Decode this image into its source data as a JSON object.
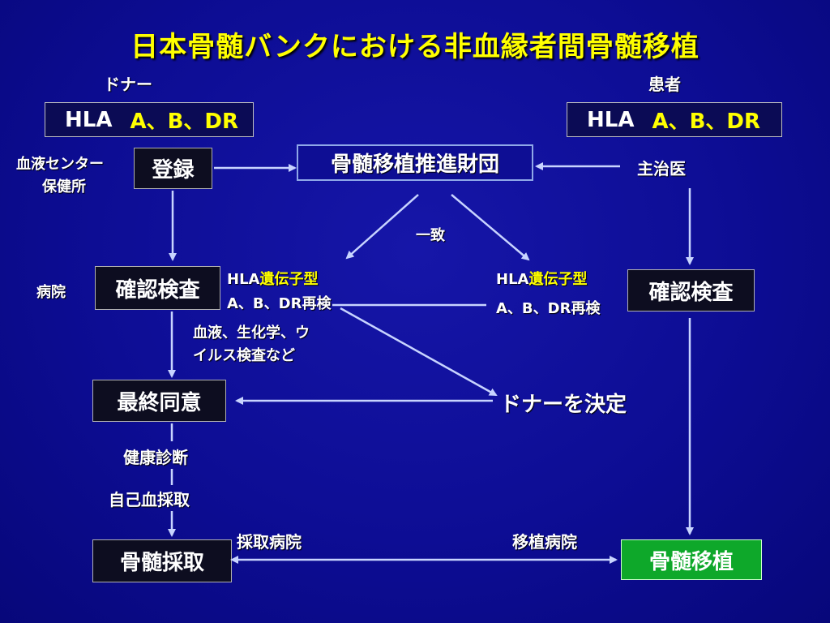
{
  "title": "日本骨髄バンクにおける非血縁者間骨髄移植",
  "donor": {
    "label": "ドナー",
    "hla_prefix": "HLA",
    "hla_loci": "A、B、DR",
    "center_line1": "血液センター",
    "center_line2": "保健所",
    "register": "登録",
    "hospital": "病院",
    "confirm": "確認検査",
    "tests_line1": "血液、生化学、ウ",
    "tests_line2": "イルス検査など",
    "final_consent": "最終同意",
    "health_check": "健康診断",
    "autologous": "自己血採取",
    "harvest": "骨髄採取",
    "harvest_hospital": "採取病院"
  },
  "patient": {
    "label": "患者",
    "hla_prefix": "HLA",
    "hla_loci": "A、B、DR",
    "doctor": "主治医",
    "confirm": "確認検査",
    "transplant": "骨髄移植",
    "transplant_hospital": "移植病院"
  },
  "center": {
    "organization": "骨髄移植推進財団",
    "match": "一致",
    "donor_decided": "ドナーを決定"
  },
  "typing_left": {
    "hla": "HLA",
    "genotype": "遺伝子型",
    "retest": "A、B、DR再検"
  },
  "typing_right": {
    "hla": "HLA",
    "genotype": "遺伝子型",
    "retest": "A、B、DR再検"
  },
  "colors": {
    "background": "#0d0d94",
    "title": "#ffff00",
    "arrow": "#c8d4ff",
    "transplant_box": "#0ea82a"
  }
}
